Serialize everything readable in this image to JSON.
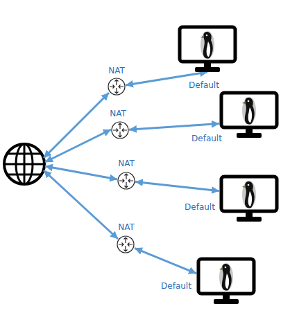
{
  "diagram": {
    "nodes": [
      {
        "text": [
          "NAT"
        ]
      },
      {
        "text": [
          "Default"
        ]
      },
      {
        "text": [
          "NAT"
        ]
      },
      {
        "text": [
          "Default"
        ]
      },
      {
        "text": [
          "NAT"
        ]
      },
      {
        "text": [
          "Default"
        ]
      },
      {
        "text": [
          "NAT"
        ]
      },
      {
        "text": [
          "Default"
        ]
      }
    ],
    "edges": [
      {
        "from": 0,
        "to": 1,
        "arrow": "both"
      },
      {
        "from": 2,
        "to": 3,
        "arrow": "both"
      },
      {
        "from": 4,
        "to": 5,
        "arrow": "both"
      },
      {
        "from": 6,
        "to": 7,
        "arrow": "both"
      }
    ]
  }
}
